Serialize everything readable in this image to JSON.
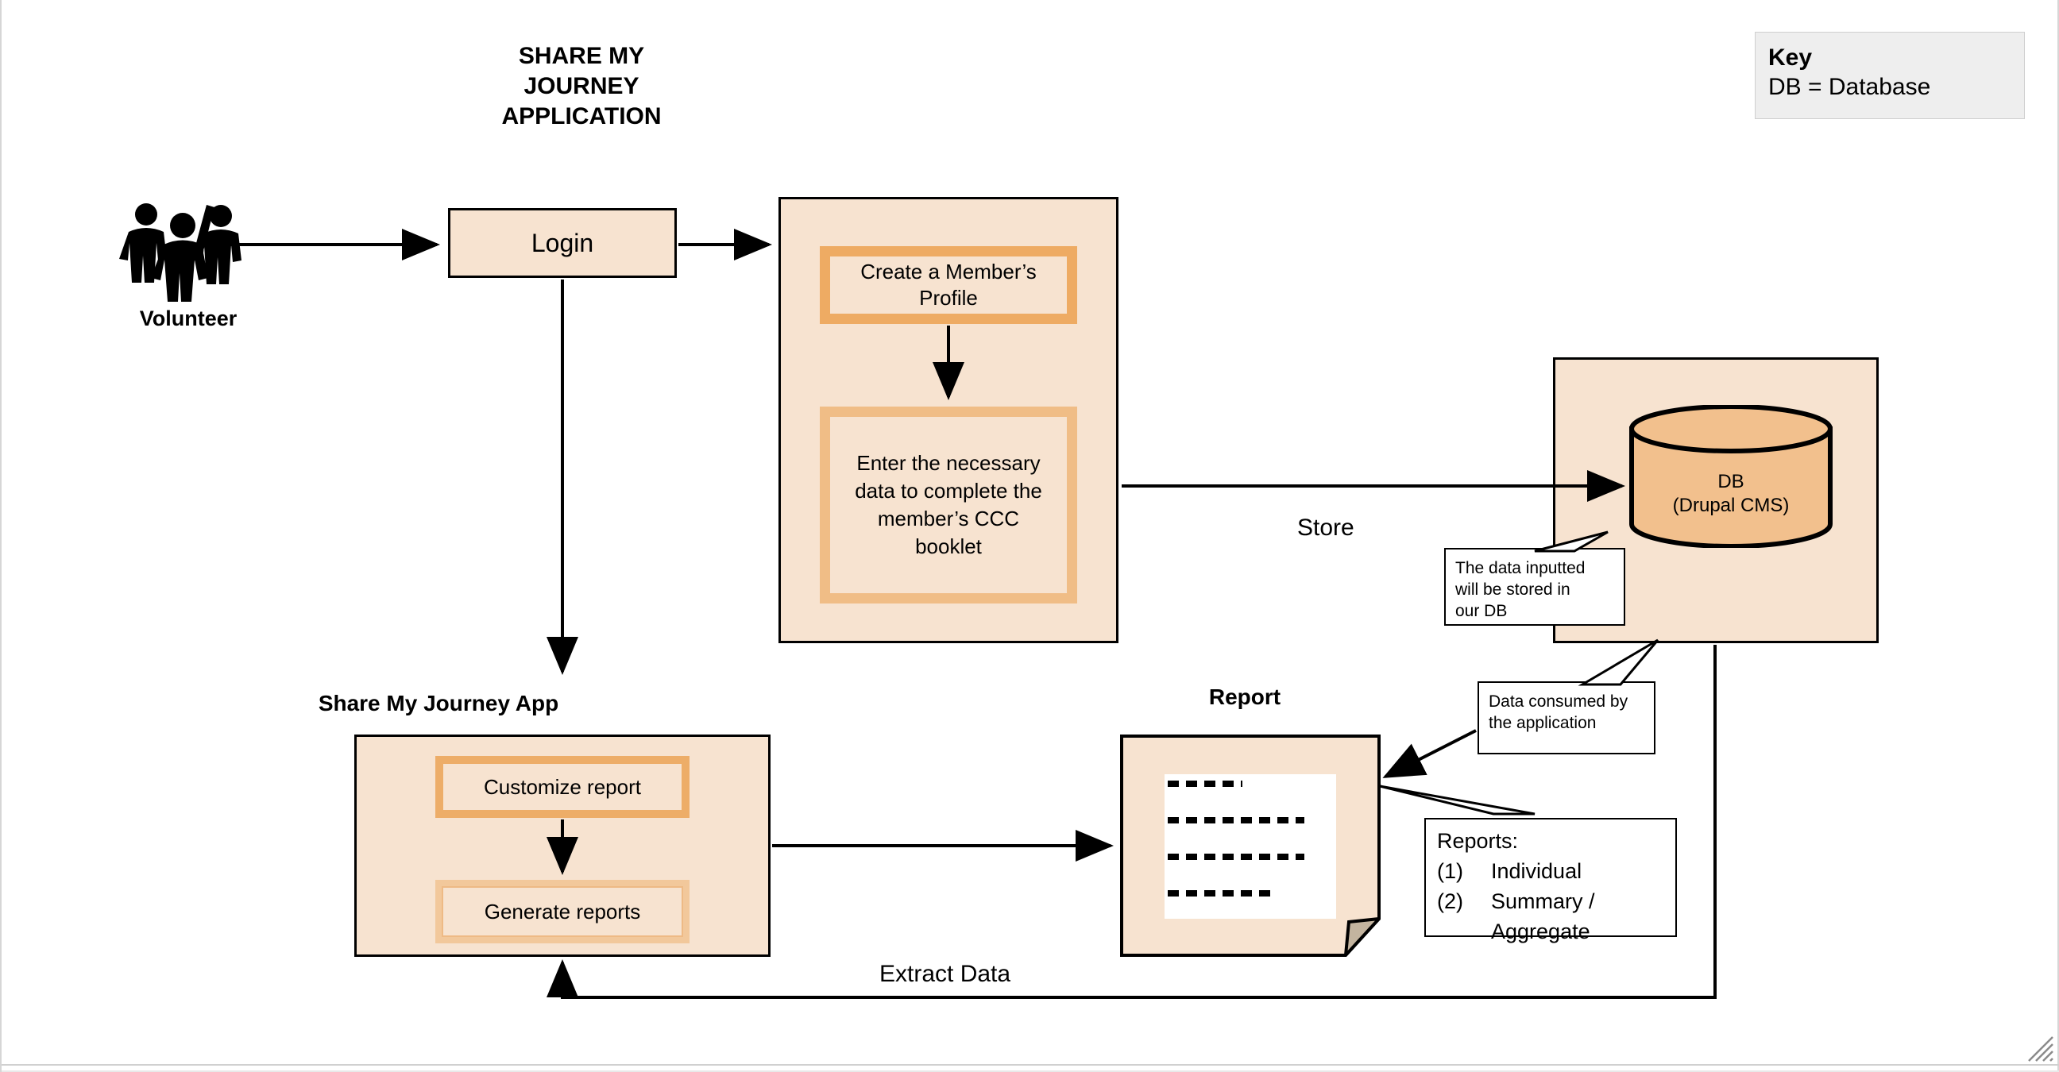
{
  "diagram": {
    "title": "SHARE MY\nJOURNEY\nAPPLICATION",
    "key": {
      "heading": "Key",
      "line": "DB = Database"
    }
  },
  "actor": {
    "label": "Volunteer",
    "icon": "people-group-icon"
  },
  "nodes": {
    "login": {
      "label": "Login"
    },
    "create_profile": {
      "label": "Create a Member’s\nProfile"
    },
    "enter_data": {
      "label": "Enter the necessary\ndata to complete the\nmember’s CCC\nbooklet"
    },
    "database": {
      "label": "DB\n(Drupal CMS)",
      "icon": "database-cylinder-icon"
    },
    "smj_app": {
      "title": "Share My Journey App"
    },
    "customize_report": {
      "label": "Customize report"
    },
    "generate_reports": {
      "label": "Generate reports"
    },
    "report": {
      "title": "Report",
      "icon": "document-folded-corner-icon"
    }
  },
  "callouts": {
    "store_note": "The data inputted\nwill be  stored in\nour DB",
    "consume_note": "Data consumed by\nthe application"
  },
  "reports_list": {
    "heading": "Reports:",
    "items": [
      {
        "num": "(1)",
        "text": "Individual"
      },
      {
        "num": "(2)",
        "text": "Summary /\nAggregate"
      }
    ]
  },
  "edges": {
    "store": "Store",
    "extract": "Extract Data"
  },
  "colors": {
    "cream": "#f7e3d0",
    "orange_border": "#eeab63",
    "db_fill": "#f2c08d",
    "key_bg": "#eeeeee",
    "stroke": "#000000",
    "fold": "#c3b49f"
  }
}
